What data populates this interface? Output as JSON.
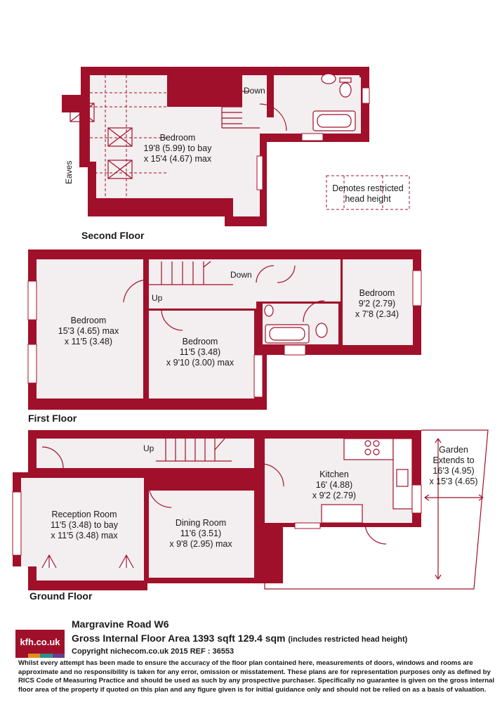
{
  "colors": {
    "wall": "#a0102a",
    "floor": "#f3eeef"
  },
  "second_floor": {
    "title": "Second Floor",
    "bedroom": {
      "name": "Bedroom",
      "dims1": "19'8 (5.99) to bay",
      "dims2": "x 15'4 (4.67) max"
    },
    "down": "Down",
    "eaves": "Eaves"
  },
  "legend": {
    "line1": "Denotes restricted",
    "line2": "head height"
  },
  "first_floor": {
    "title": "First Floor",
    "bedroom_left": {
      "name": "Bedroom",
      "dims1": "15'3 (4.65) max",
      "dims2": "x 11'5 (3.48)"
    },
    "bedroom_mid": {
      "name": "Bedroom",
      "dims1": "11'5 (3.48)",
      "dims2": "x 9'10 (3.00) max"
    },
    "bedroom_right": {
      "name": "Bedroom",
      "dims1": "9'2 (2.79)",
      "dims2": "x 7'8 (2.34)"
    },
    "up": "Up",
    "down": "Down"
  },
  "ground_floor": {
    "title": "Ground Floor",
    "reception": {
      "name": "Reception Room",
      "dims1": "11'5 (3.48) to bay",
      "dims2": "x 11'5 (3.48) max"
    },
    "dining": {
      "name": "Dining Room",
      "dims1": "11'6 (3.51)",
      "dims2": "x 9'8 (2.95) max"
    },
    "kitchen": {
      "name": "Kitchen",
      "dims1": "16' (4.88)",
      "dims2": "x 9'2 (2.79)"
    },
    "garden": {
      "line1": "Garden",
      "line2": "Extends to",
      "line3": "16'3 (4.95)",
      "line4": "x 15'3 (4.65)"
    },
    "up": "Up"
  },
  "footer": {
    "logo": "kfh.co.uk",
    "logo_colors": [
      "#a0102a",
      "#e0901a",
      "#2e8f8a",
      "#6a3d8f"
    ],
    "address": "Margravine Road  W6",
    "gia": "Gross Internal Floor Area 1393 sqft 129.4 sqm",
    "gia_note": "(includes restricted head height)",
    "copyright": "Copyright nichecom.co.uk 2015 REF : 36553",
    "disclaimer": "Whilst every attempt has been made to ensure the accuracy of the floor plan contained here, measurements of doors, windows and rooms are approximate and no responsibility is taken for any error, omission or misstatement.  These plans are for representation purposes only as defined by RICS Code of Measuring Practice and should be used as such by any prospective purchaser.  Specifically no guarantee is given on the gross internal floor area of the property if quoted on this plan and any figure given is for initial guidance only and should not be relied on as a basis of valuation."
  }
}
